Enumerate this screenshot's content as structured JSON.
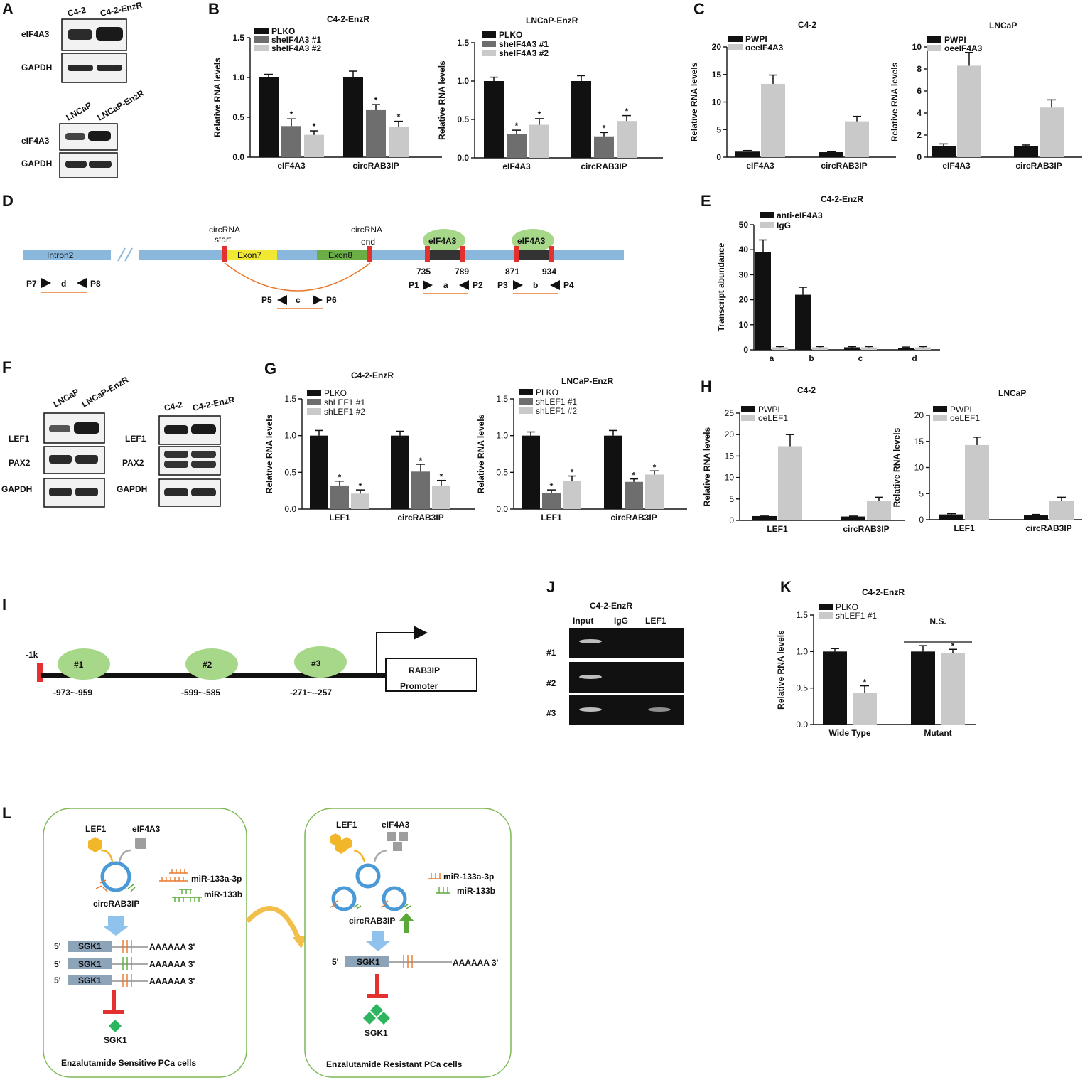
{
  "panel_letters": [
    "A",
    "B",
    "C",
    "D",
    "E",
    "F",
    "G",
    "H",
    "I",
    "J",
    "K",
    "L"
  ],
  "colors": {
    "black": "#111111",
    "dark_gray": "#6e6e6e",
    "light_gray": "#c9c9c9",
    "intron_blue": "#8ab8dd",
    "exon_yellow": "#f0e832",
    "exon_green": "#6aae45",
    "red_mark": "#e53030",
    "orange_line": "#e8782a",
    "bubble_green": "#a7d88a"
  },
  "blots": {
    "A1": {
      "lanes": [
        "C4-2",
        "C4-2-EnzR"
      ],
      "rows": [
        "eIF4A3",
        "GAPDH"
      ]
    },
    "A2": {
      "lanes": [
        "LNCaP",
        "LNCaP-EnzR"
      ],
      "rows": [
        "eIF4A3",
        "GAPDH"
      ]
    },
    "F1": {
      "lanes": [
        "LNCaP",
        "LNCaP-EnzR"
      ],
      "rows": [
        "LEF1",
        "PAX2",
        "GAPDH"
      ]
    },
    "F2": {
      "lanes": [
        "C4-2",
        "C4-2-EnzR"
      ],
      "rows": [
        "LEF1",
        "PAX2",
        "GAPDH"
      ]
    }
  },
  "chart_data": [
    {
      "id": "B1",
      "type": "bar",
      "title": "C4-2-EnzR",
      "ylabel": "Relative RNA levels",
      "ylim": [
        0,
        1.5
      ],
      "yticks": [
        "0.0",
        "0.5",
        "1.0",
        "1.5"
      ],
      "categories": [
        "eIF4A3",
        "circRAB3IP"
      ],
      "series": [
        {
          "name": "PLKO",
          "values": [
            1.0,
            1.0
          ],
          "err": [
            0.04,
            0.08
          ]
        },
        {
          "name": "sheIF4A3 #1",
          "values": [
            0.39,
            0.59
          ],
          "err": [
            0.09,
            0.07
          ]
        },
        {
          "name": "sheIF4A3 #2",
          "values": [
            0.28,
            0.38
          ],
          "err": [
            0.05,
            0.07
          ]
        }
      ],
      "stars": [
        "",
        "*",
        "*"
      ]
    },
    {
      "id": "B2",
      "type": "bar",
      "title": "LNCaP-EnzR",
      "ylabel": "Relative RNA levels",
      "ylim": [
        0,
        1.5
      ],
      "yticks": [
        "0.0",
        "0.5",
        "1.0",
        "1.5"
      ],
      "categories": [
        "eIF4A3",
        "circRAB3IP"
      ],
      "series": [
        {
          "name": "PLKO",
          "values": [
            1.0,
            1.0
          ],
          "err": [
            0.05,
            0.07
          ]
        },
        {
          "name": "sheIF4A3 #1",
          "values": [
            0.31,
            0.28
          ],
          "err": [
            0.05,
            0.05
          ]
        },
        {
          "name": "sheIF4A3 #2",
          "values": [
            0.43,
            0.48
          ],
          "err": [
            0.08,
            0.07
          ]
        }
      ],
      "stars": [
        "",
        "*",
        "*"
      ]
    },
    {
      "id": "C1",
      "type": "bar",
      "title": "C4-2",
      "ylabel": "Relative RNA levels",
      "ylim": [
        0,
        20
      ],
      "yticks": [
        "0",
        "5",
        "10",
        "15",
        "20"
      ],
      "categories": [
        "eIF4A3",
        "circRAB3IP"
      ],
      "series": [
        {
          "name": "PWPI",
          "values": [
            1.0,
            0.9
          ],
          "err": [
            0.2,
            0.1
          ]
        },
        {
          "name": "oeeIF4A3",
          "values": [
            13.3,
            6.5
          ],
          "err": [
            1.6,
            0.9
          ]
        }
      ],
      "stars": [
        "",
        ""
      ]
    },
    {
      "id": "C2",
      "type": "bar",
      "title": "LNCaP",
      "ylabel": "Relative RNA levels",
      "ylim": [
        0,
        10
      ],
      "yticks": [
        "0",
        "2",
        "4",
        "6",
        "8",
        "10"
      ],
      "categories": [
        "eIF4A3",
        "circRAB3IP"
      ],
      "series": [
        {
          "name": "PWPI",
          "values": [
            1.0,
            1.0
          ],
          "err": [
            0.2,
            0.1
          ]
        },
        {
          "name": "oeeIF4A3",
          "values": [
            8.3,
            4.5
          ],
          "err": [
            1.2,
            0.7
          ]
        }
      ],
      "stars": [
        "",
        ""
      ]
    },
    {
      "id": "E",
      "type": "bar",
      "title": "C4-2-EnzR",
      "ylabel": "Transcript abundance",
      "ylim": [
        0,
        50
      ],
      "yticks": [
        "0",
        "10",
        "20",
        "30",
        "40",
        "50"
      ],
      "categories": [
        "a",
        "b",
        "c",
        "d"
      ],
      "series": [
        {
          "name": "anti-eIF4A3",
          "values": [
            39.2,
            22.0,
            1.0,
            0.8
          ],
          "err": [
            4.7,
            3.0,
            0.3,
            0.3
          ]
        },
        {
          "name": "IgG",
          "values": [
            1.0,
            1.0,
            1.0,
            1.0
          ],
          "err": [
            0.3,
            0.3,
            0.3,
            0.3
          ]
        }
      ],
      "stars": [
        "",
        ""
      ]
    },
    {
      "id": "G1",
      "type": "bar",
      "title": "C4-2-EnzR",
      "ylabel": "Relative RNA levels",
      "ylim": [
        0,
        1.5
      ],
      "yticks": [
        "0.0",
        "0.5",
        "1.0",
        "1.5"
      ],
      "categories": [
        "LEF1",
        "circRAB3IP"
      ],
      "series": [
        {
          "name": "PLKO",
          "values": [
            1.0,
            1.0
          ],
          "err": [
            0.07,
            0.06
          ]
        },
        {
          "name": "shLEF1 #1",
          "values": [
            0.32,
            0.51
          ],
          "err": [
            0.06,
            0.1
          ]
        },
        {
          "name": "shLEF1 #2",
          "values": [
            0.21,
            0.32
          ],
          "err": [
            0.05,
            0.07
          ]
        }
      ],
      "stars": [
        "",
        "*",
        "*"
      ]
    },
    {
      "id": "G2",
      "type": "bar",
      "title": "LNCaP-EnzR",
      "ylabel": "Relative RNA levels",
      "ylim": [
        0,
        1.5
      ],
      "yticks": [
        "0.0",
        "0.5",
        "1.0",
        "1.5"
      ],
      "categories": [
        "LEF1",
        "circRAB3IP"
      ],
      "series": [
        {
          "name": "PLKO",
          "values": [
            1.0,
            1.0
          ],
          "err": [
            0.05,
            0.07
          ]
        },
        {
          "name": "shLEF1 #1",
          "values": [
            0.22,
            0.37
          ],
          "err": [
            0.04,
            0.04
          ]
        },
        {
          "name": "shLEF1 #2",
          "values": [
            0.38,
            0.47
          ],
          "err": [
            0.07,
            0.05
          ]
        }
      ],
      "stars": [
        "",
        "*",
        "*"
      ]
    },
    {
      "id": "H1",
      "type": "bar",
      "title": "C4-2",
      "ylabel": "Relative RNA levels",
      "ylim": [
        0,
        25
      ],
      "yticks": [
        "0",
        "5",
        "10",
        "15",
        "20",
        "25"
      ],
      "categories": [
        "LEF1",
        "circRAB3IP"
      ],
      "series": [
        {
          "name": "PWPI",
          "values": [
            1.0,
            0.9
          ],
          "err": [
            0.15,
            0.1
          ]
        },
        {
          "name": "oeLEF1",
          "values": [
            17.3,
            4.5
          ],
          "err": [
            2.7,
            0.9
          ]
        }
      ],
      "stars": [
        "",
        ""
      ]
    },
    {
      "id": "H2",
      "type": "bar",
      "title": "LNCaP",
      "ylabel": "Relative RNA levels",
      "ylim": [
        0,
        20
      ],
      "yticks": [
        "0",
        "5",
        "10",
        "15",
        "20"
      ],
      "categories": [
        "LEF1",
        "circRAB3IP"
      ],
      "series": [
        {
          "name": "PWPI",
          "values": [
            1.0,
            0.9
          ],
          "err": [
            0.15,
            0.1
          ]
        },
        {
          "name": "oeLEF1",
          "values": [
            14.3,
            3.6
          ],
          "err": [
            1.5,
            0.7
          ]
        }
      ],
      "stars": [
        "",
        ""
      ]
    },
    {
      "id": "K",
      "type": "bar",
      "title": "C4-2-EnzR",
      "ylabel": "Relative RNA levels",
      "ylim": [
        0,
        1.5
      ],
      "yticks": [
        "0.0",
        "0.5",
        "1.0",
        "1.5"
      ],
      "categories": [
        "Wide Type",
        "Mutant"
      ],
      "series": [
        {
          "name": "PLKO",
          "values": [
            1.0,
            1.0
          ],
          "err": [
            0.04,
            0.08
          ]
        },
        {
          "name": "shLEF1 #1",
          "values": [
            0.43,
            0.98
          ],
          "err": [
            0.1,
            0.05
          ]
        }
      ],
      "stars": [
        "",
        "*"
      ],
      "ns_label": "N.S."
    }
  ],
  "diagram_D": {
    "intron": "Intron2",
    "circ_start": "circRNA\nstart",
    "circ_end": "circRNA\nend",
    "exon7": "Exon7",
    "exon8": "Exon8",
    "eif": "eIF4A3",
    "pos": [
      "735",
      "789",
      "871",
      "934"
    ],
    "primers": [
      {
        "left": "P7",
        "label": "d",
        "right": "P8"
      },
      {
        "left": "P5",
        "label": "c",
        "right": "P6"
      },
      {
        "left": "P1",
        "label": "a",
        "right": "P2"
      },
      {
        "left": "P3",
        "label": "b",
        "right": "P4"
      }
    ]
  },
  "diagram_I": {
    "start": "-1k",
    "sites": [
      "#1",
      "#2",
      "#3"
    ],
    "ranges": [
      "-973~-959",
      "-599~-585",
      "-271~--257"
    ],
    "promoter": [
      "RAB3IP",
      "Promoter"
    ]
  },
  "gel_J": {
    "title": "C4-2-EnzR",
    "lanes": [
      "Input",
      "IgG",
      "LEF1"
    ],
    "rows": [
      "#1",
      "#2",
      "#3"
    ]
  },
  "model_L": {
    "left_caption": "Enzalutamide Sensitive  PCa cells",
    "right_caption": "Enzalutamide Resistant PCa cells",
    "lef1": "LEF1",
    "eif": "eIF4A3",
    "circ": "circRAB3IP",
    "mir1": "miR-133a-3p",
    "mir2": "miR-133b",
    "sgk1": "SGK1",
    "five": "5'",
    "three": "AAAAAA 3'"
  }
}
